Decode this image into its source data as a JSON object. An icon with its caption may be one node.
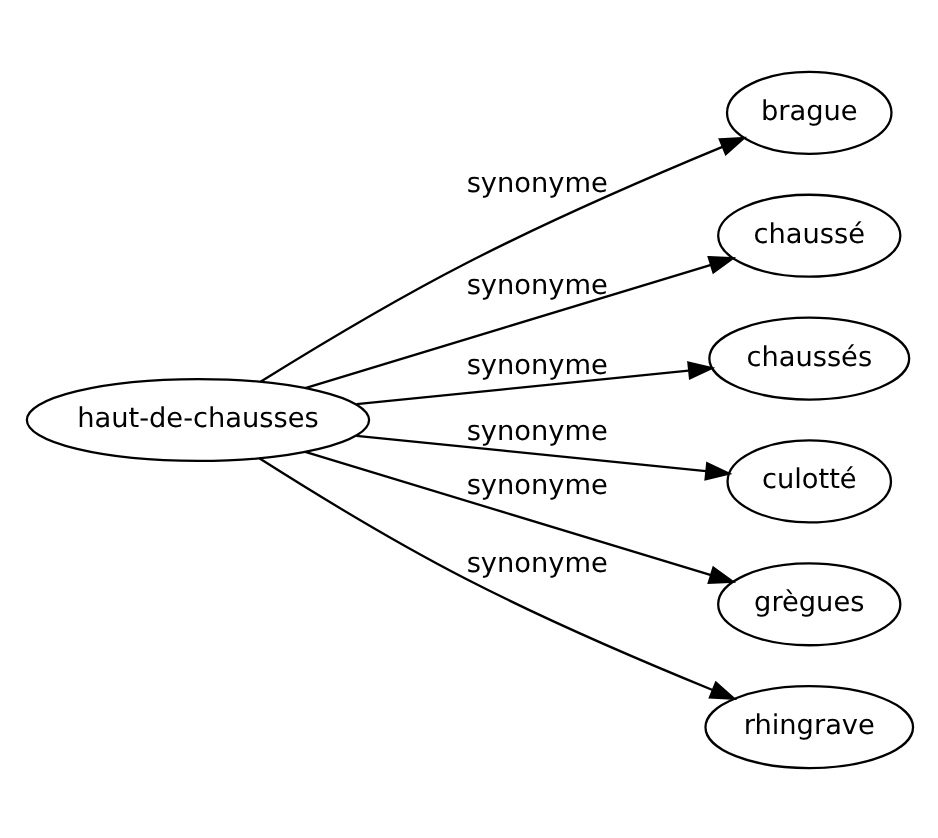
{
  "diagram": {
    "nodes": [
      {
        "text": [
          "haut-de-chausses"
        ]
      },
      {
        "text": [
          "brague"
        ]
      },
      {
        "text": [
          "chaussé"
        ]
      },
      {
        "text": [
          "chaussés"
        ]
      },
      {
        "text": [
          "culotté"
        ]
      },
      {
        "text": [
          "grègues"
        ]
      },
      {
        "text": [
          "rhingrave"
        ]
      }
    ],
    "edges": [
      {
        "from": 0,
        "to": 1,
        "arrow": "to",
        "label": "synonyme"
      },
      {
        "from": 0,
        "to": 2,
        "arrow": "to",
        "label": "synonyme"
      },
      {
        "from": 0,
        "to": 3,
        "arrow": "to",
        "label": "synonyme"
      },
      {
        "from": 0,
        "to": 4,
        "arrow": "to",
        "label": "synonyme"
      },
      {
        "from": 0,
        "to": 5,
        "arrow": "to",
        "label": "synonyme"
      },
      {
        "from": 0,
        "to": 6,
        "arrow": "to",
        "label": "synonyme"
      }
    ]
  }
}
